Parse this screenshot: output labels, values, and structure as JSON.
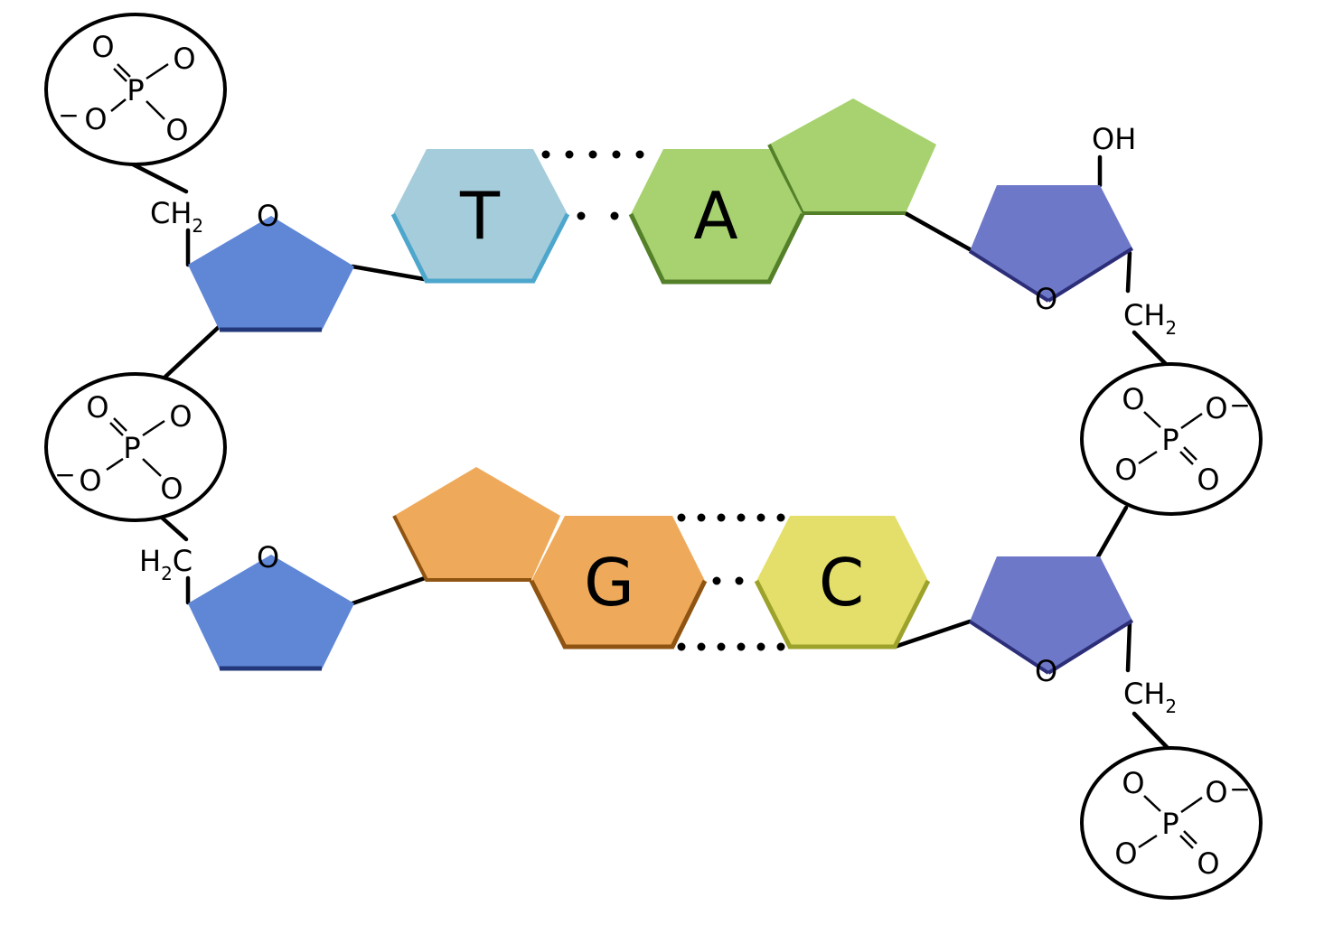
{
  "colors": {
    "sugar_left": "#5f87d6",
    "sugar_left_edge": "#23387a",
    "sugar_right": "#6e78c9",
    "sugar_right_edge": "#2c2f78",
    "base_T": "#a5ccdb",
    "base_T_edge": "#4da6cc",
    "base_A": "#a7d26f",
    "base_A_edge": "#54802a",
    "base_G": "#eeaa5a",
    "base_G_edge": "#8f5412",
    "base_C": "#e3df6a",
    "base_C_edge": "#9da22a"
  },
  "labels": {
    "oxygen": "O",
    "phosphorus": "P",
    "hydroxyl": "OH",
    "ch": "CH",
    "sub_2": "2",
    "h": "H",
    "c": "C",
    "minus": "−"
  },
  "bases": {
    "t": "T",
    "a": "A",
    "g": "G",
    "c": "C"
  }
}
